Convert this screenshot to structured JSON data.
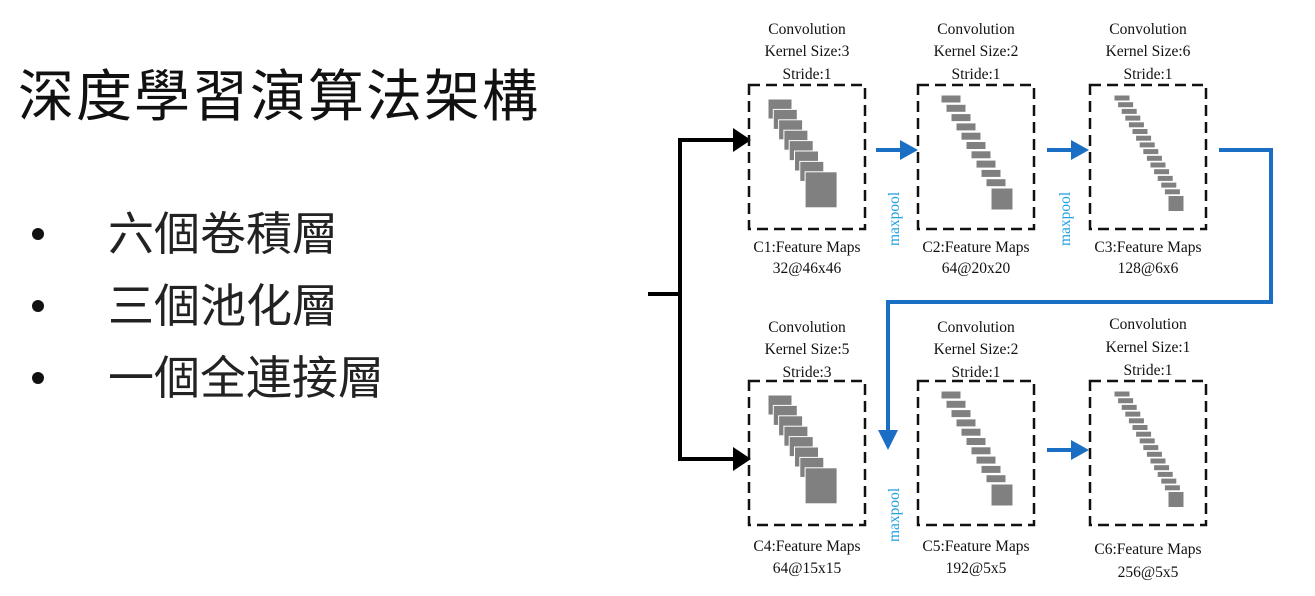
{
  "title": "深度學習演算法架構",
  "bullets": [
    "六個卷積層",
    "三個池化層",
    "一個全連接層"
  ],
  "colors": {
    "arrow_blue": "#1a6fc4",
    "maxpool_text": "#1fa0e0",
    "feature_gray": "#808080"
  },
  "layers": [
    {
      "id": "c1",
      "top": [
        "Convolution",
        "Kernel Size:3",
        "Stride:1"
      ],
      "bottom": [
        "C1:Feature Maps",
        "32@46x46"
      ]
    },
    {
      "id": "c2",
      "top": [
        "Convolution",
        "Kernel Size:2",
        "Stride:1"
      ],
      "bottom": [
        "C2:Feature Maps",
        "64@20x20"
      ]
    },
    {
      "id": "c3",
      "top": [
        "Convolution",
        "Kernel Size:6",
        "Stride:1"
      ],
      "bottom": [
        "C3:Feature Maps",
        "128@6x6"
      ]
    },
    {
      "id": "c4",
      "top": [
        "Convolution",
        "Kernel Size:5",
        "Stride:3"
      ],
      "bottom": [
        "C4:Feature Maps",
        "64@15x15"
      ]
    },
    {
      "id": "c5",
      "top": [
        "Convolution",
        "Kernel Size:2",
        "Stride:1"
      ],
      "bottom": [
        "C5:Feature Maps",
        "192@5x5"
      ]
    },
    {
      "id": "c6",
      "top": [
        "Convolution",
        "Kernel Size:1",
        "Stride:1"
      ],
      "bottom": [
        "C6:Feature Maps",
        "256@5x5"
      ]
    }
  ],
  "maxpool_label": "maxpool"
}
